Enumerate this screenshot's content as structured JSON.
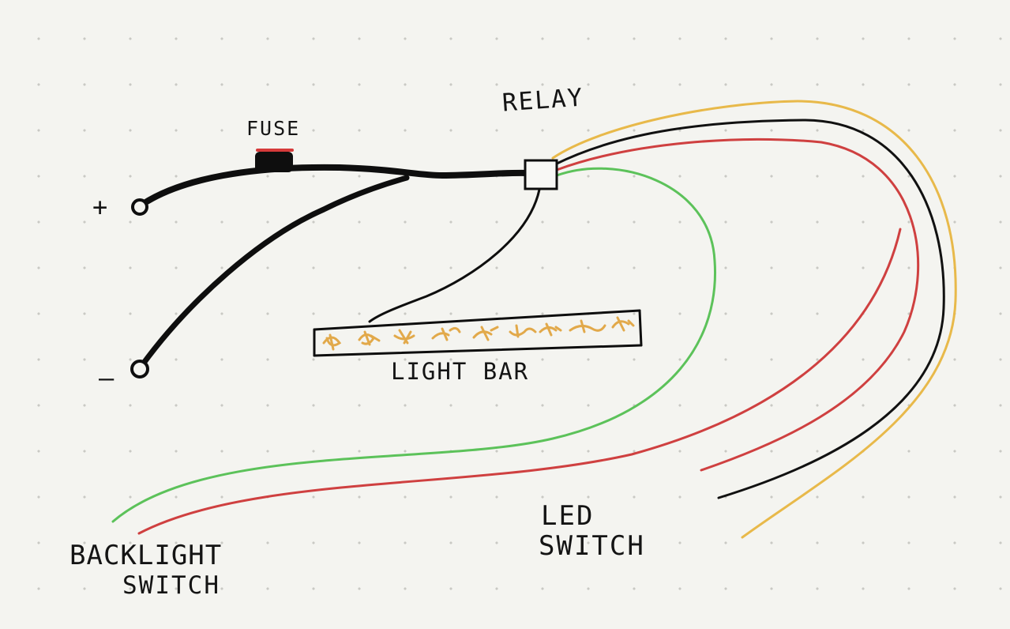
{
  "labels": {
    "fuse": "FUSE",
    "relay": "RELAY",
    "plus": "+",
    "minus": "–",
    "light_bar": "LIGHT BAR",
    "led_switch_line1": "LED",
    "led_switch_line2": "SWITCH",
    "backlight_switch_line1": "BACKLIGHT",
    "backlight_switch_line2": "SWITCH"
  },
  "colors": {
    "power_wire": "#0e0e0e",
    "yellow_wire": "#e8b94a",
    "black_wire": "#111111",
    "red_wire": "#cf4040",
    "green_wire": "#5cc25a",
    "fuse_cap": "#d63a3a",
    "led": "#e2a94a",
    "background": "#f4f4f0"
  }
}
